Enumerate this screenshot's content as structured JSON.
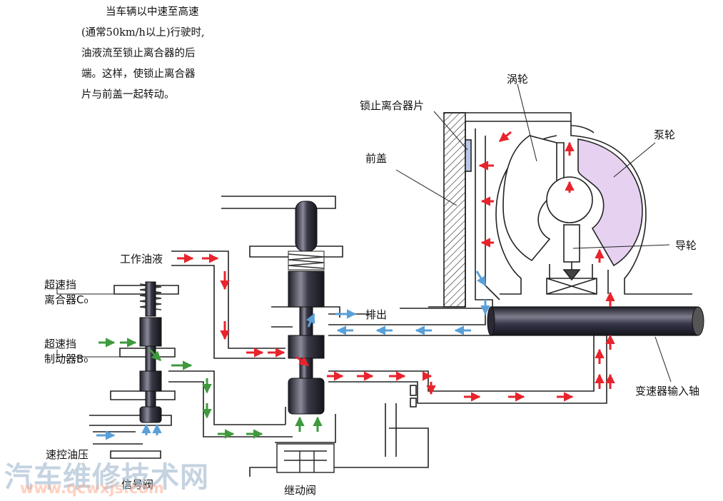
{
  "intro": {
    "line1": "当车辆以中速至高速",
    "line2": "(通常50km/h以上)行驶时,",
    "line3": "油液流至锁止离合器的后",
    "line4": "端。这样，使锁止离合器",
    "line5": "片与前盖一起转动。"
  },
  "labels": {
    "lockup_plate": "锁止离合器片",
    "turbine": "涡轮",
    "pump": "泵轮",
    "front_cover": "前盖",
    "stator": "导轮",
    "working_fluid": "工作油液",
    "drain": "排出",
    "overdrive_clutch_1": "超速挡",
    "overdrive_clutch_2": "离合器C₀",
    "overdrive_brake_1": "超速挡",
    "overdrive_brake_2": "制动器B₀",
    "input_shaft": "变速器输入轴",
    "governor_pressure": "速控油压",
    "signal_valve": "信号阀",
    "relay_valve": "继动阀"
  },
  "watermark": {
    "text": "汽车维修技术网",
    "url": "www.qcwxjs.com"
  },
  "colors": {
    "pressure_red": "#e8232b",
    "drain_blue": "#5aa0d8",
    "governor_green": "#3e9a3c",
    "pump_lilac": "#e6d2f0",
    "valve_dark": "#2c2c3a"
  }
}
